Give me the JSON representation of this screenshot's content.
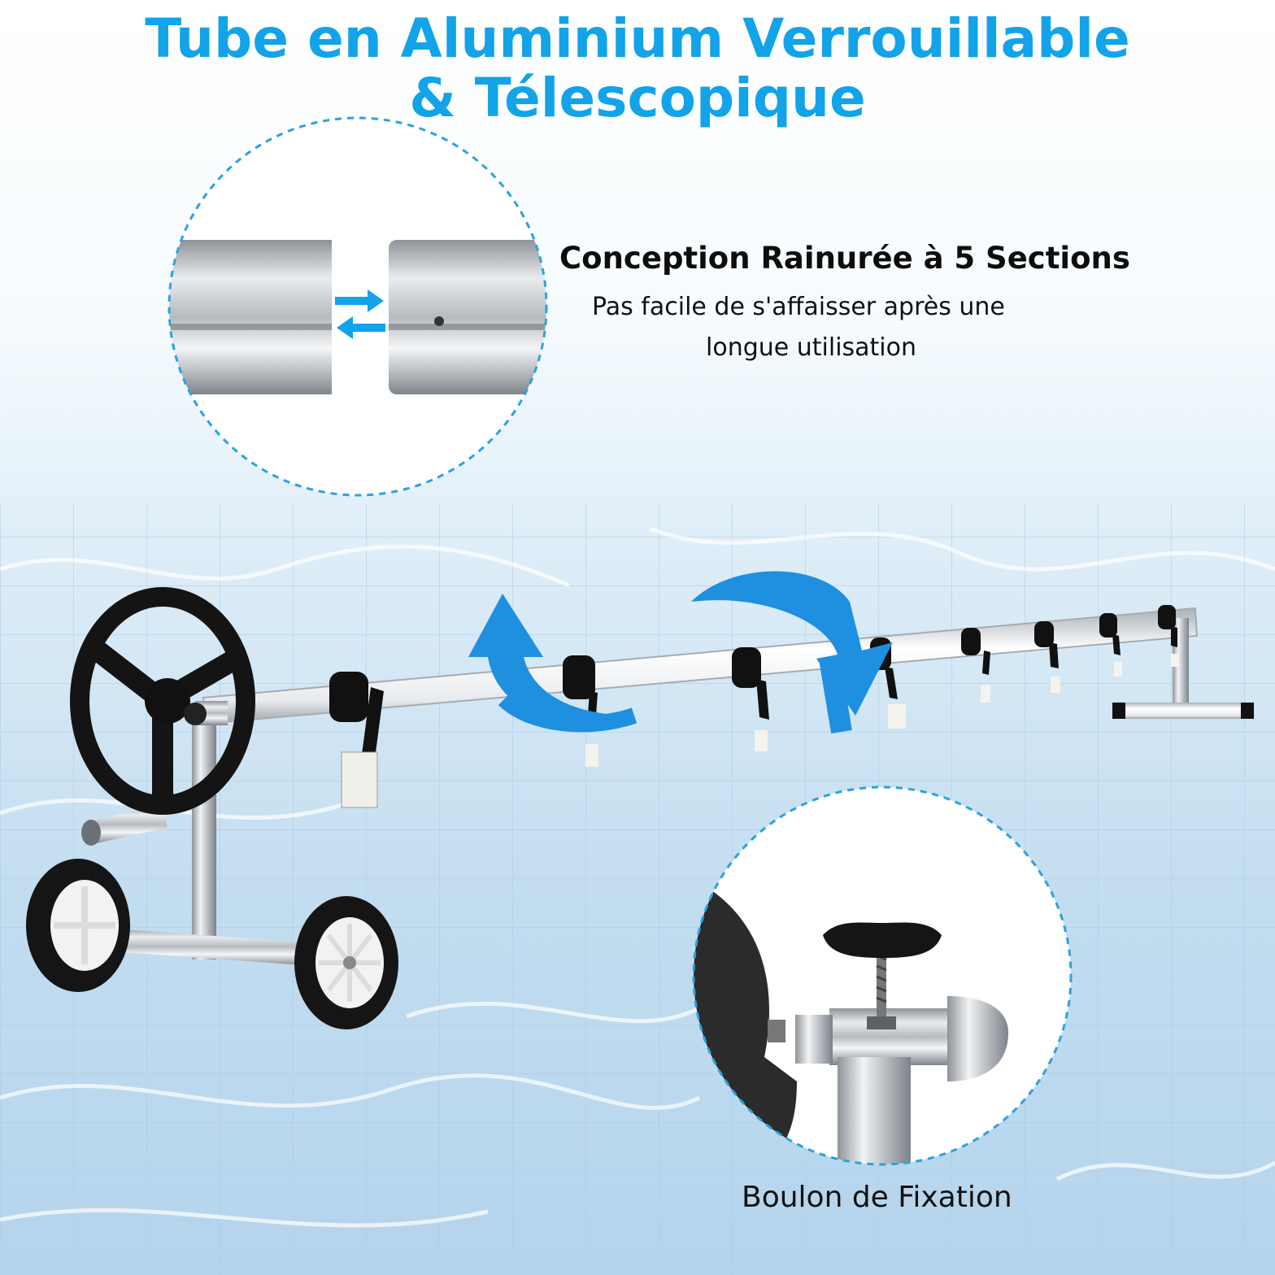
{
  "headline": {
    "line1": "Tube en Aluminium Verrouillable",
    "line2": "& Télescopique",
    "color": "#12a3e8"
  },
  "feature": {
    "title": "Conception Rainurée à 5 Sections",
    "desc_line1": "Pas facile de s'affaisser après une",
    "desc_line2": "longue utilisation"
  },
  "bolt": {
    "label": "Boulon de Fixation"
  },
  "colors": {
    "accent": "#12a3e8",
    "arrow": "#1f8fe0",
    "dashed_circle": "#2aa3dd",
    "metal": "#c9ccd0",
    "wheel": "#111111"
  },
  "icons": [
    "swap-arrows-icon",
    "rotate-up-arrow-icon",
    "rotate-down-arrow-icon",
    "steering-wheel-icon",
    "wheel-icon",
    "knob-bolt-icon"
  ]
}
